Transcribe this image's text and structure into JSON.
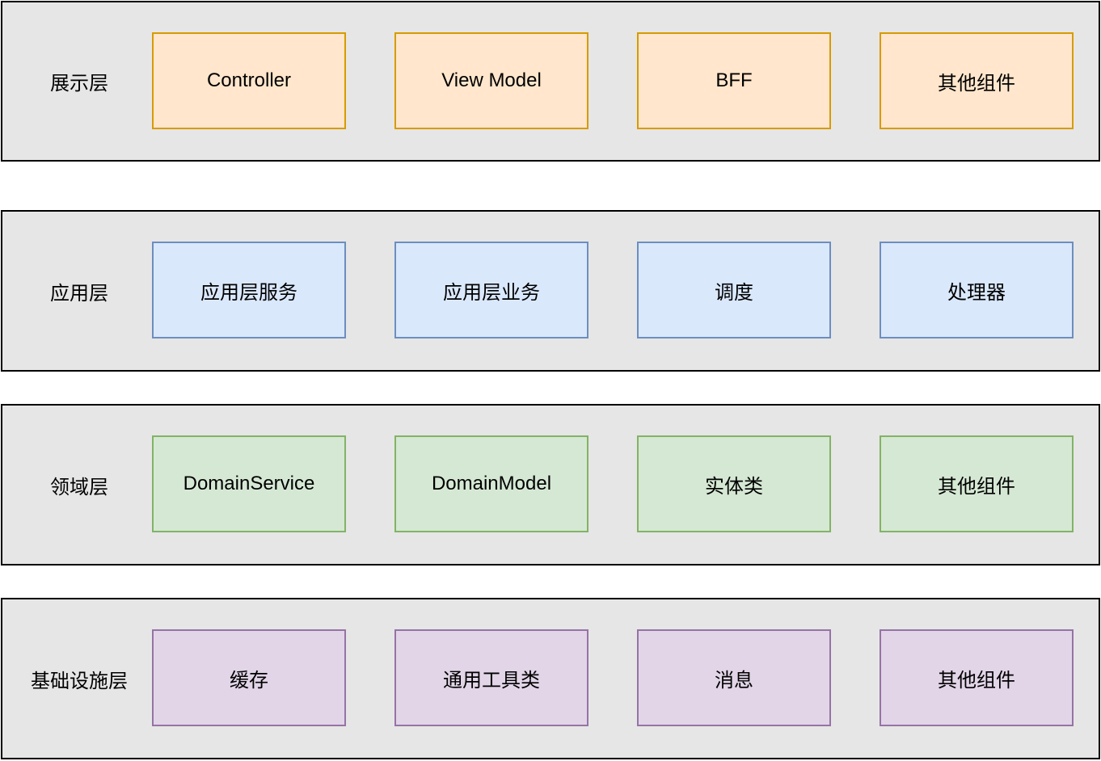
{
  "diagram": {
    "title": "Layered architecture diagram",
    "page_background": "#ffffff",
    "band_fill": "#e6e6e6",
    "band_border": "#000000",
    "text_color": "#000000"
  },
  "layers": [
    {
      "label": "展示层",
      "box_fill": "#ffe6cc",
      "box_border": "#d79b00",
      "boxes": [
        {
          "label": "Controller"
        },
        {
          "label": "View Model"
        },
        {
          "label": "BFF"
        },
        {
          "label": "其他组件"
        }
      ]
    },
    {
      "label": "应用层",
      "box_fill": "#dae8fc",
      "box_border": "#6c8ebf",
      "boxes": [
        {
          "label": "应用层服务"
        },
        {
          "label": "应用层业务"
        },
        {
          "label": "调度"
        },
        {
          "label": "处理器"
        }
      ]
    },
    {
      "label": "领域层",
      "box_fill": "#d5e8d4",
      "box_border": "#82b366",
      "boxes": [
        {
          "label": "DomainService"
        },
        {
          "label": "DomainModel"
        },
        {
          "label": "实体类"
        },
        {
          "label": "其他组件"
        }
      ]
    },
    {
      "label": "基础设施层",
      "box_fill": "#e1d5e7",
      "box_border": "#9673a6",
      "boxes": [
        {
          "label": "缓存"
        },
        {
          "label": "通用工具类"
        },
        {
          "label": "消息"
        },
        {
          "label": "其他组件"
        }
      ]
    }
  ]
}
